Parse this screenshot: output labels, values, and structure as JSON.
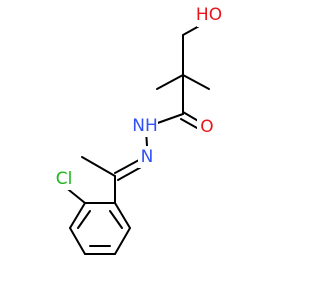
{
  "molecule": {
    "atoms": {
      "hydroxyl": {
        "label": "HO",
        "color": "#e8161a"
      },
      "carbonyl_oxygen": {
        "label": "O",
        "color": "#e8161a"
      },
      "amide_nitrogen": {
        "label": "NH",
        "color": "#3050f8"
      },
      "imine_nitrogen": {
        "label": "N",
        "color": "#3050f8"
      },
      "chlorine": {
        "label": "Cl",
        "color": "#1fb51f"
      }
    },
    "bond_color": "#000000"
  }
}
